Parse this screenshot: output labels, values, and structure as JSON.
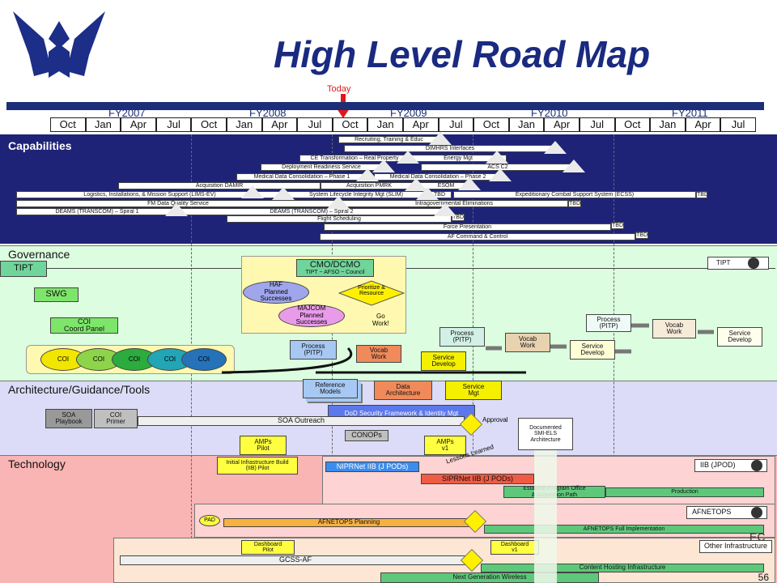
{
  "header": {
    "title": "High Level Road Map",
    "today_label": "Today",
    "page_number": "56",
    "cut_text": "EC"
  },
  "timeline": {
    "fiscal_years": [
      "FY2007",
      "FY2008",
      "FY2009",
      "FY2010",
      "FY2011"
    ],
    "months": [
      "Oct",
      "Jan",
      "Apr",
      "Jul",
      "Oct",
      "Jan",
      "Apr",
      "Jul",
      "Oct",
      "Jan",
      "Apr",
      "Jul",
      "Oct",
      "Jan",
      "Apr",
      "Jul",
      "Oct",
      "Jan",
      "Apr",
      "Jul"
    ]
  },
  "sections": {
    "capabilities": "Capabilities",
    "governance": "Governance",
    "architecture": "Architecture/Guidance/Tools",
    "technology": "Technology"
  },
  "capabilities": {
    "recruiting": "Recruiting, Training & Educ",
    "dimhrs": "DIMHRS Interfaces",
    "ce_transformation": "CE Transformation – Real Property",
    "energy_mgt": "Energy Mgt",
    "deployment_readiness": "Deployment Readiness Service",
    "acs_c2": "ACS C2",
    "medical_phase1": "Medical Data Consolidation – Phase 1",
    "medical_phase2": "Medical Data Consolidation – Phase 2",
    "acquisition_damir": "Acquisition DAMIR",
    "acquisition_pmrk": "Acquisition PMRK",
    "esom": "ESOM",
    "logistics": "Logistics, Installations, & Mission Support (LIMS-EV)",
    "system_lifecycle": "System Lifecycle Integrity Mgt (SLIM)",
    "tbd_a": "TBD",
    "ecss": "Expeditionary  Combat Support  System (ECSS)",
    "tbd_b": "TBD",
    "fm_data_quality": "FM Data Quality Service",
    "intragovernmental": "Intragovernmental  Eliminations",
    "tbd_c": "TBD",
    "deams_spiral1": "DEAMS (TRANSCOM) – Spiral 1",
    "deams_spiral2": "DEAMS (TRANSCOM) – Spiral 2",
    "flight_scheduling": "Flight Scheduling",
    "tbd_d": "TBD",
    "force_presentation": "Force Presentation",
    "tbd_e": "TBD",
    "af_command_control": "AF Command & Control",
    "tbd_f": "TBD"
  },
  "governance": {
    "tipt": "TIPT",
    "swg": "SWG",
    "coi_panel": "COI\nCoord Panel",
    "coi": [
      "COI",
      "COI",
      "COI",
      "COI",
      "COI"
    ],
    "cmo_title": "CMO/DCMO",
    "cmo_sub": "TIPT ~ AFSO ~ Council",
    "haf_planned": "HAF\nPlanned\nSuccesses",
    "majcom_planned": "MAJCOM\nPlanned\nSuccesses",
    "prioritize": "Prioritize &\nResource",
    "go_work": "Go\nWork!",
    "process_1": "Process\n(PITP)",
    "vocab_1": "Vocab\nWork",
    "service_develop_1": "Service\nDevelop",
    "process_2": "Process\n(PITP)",
    "vocab_2": "Vocab\nWork",
    "service_develop_2": "Service\nDevelop",
    "process_3": "Process\n(PITP)",
    "vocab_3": "Vocab\nWork",
    "service_develop_3": "Service\nDevelop",
    "tipt_tag": "TIPT"
  },
  "architecture": {
    "reference_models": "Reference\nModels",
    "data_architecture": "Data\nArchitecture",
    "service_mgt": "Service\nMgt",
    "dod_security": "DoD Security Framework & Identity  Mgt",
    "soa_playbook": "SOA\nPlaybook",
    "coi_primer": "COI\nPrimer",
    "soa_outreach": "SOA Outreach",
    "approval": "Approval",
    "documented_smi": "Documented\nSMI-ELS\nArchitecture",
    "amps_pilot": "AMPs\nPilot",
    "conops": "CONOPs",
    "amps_v1": "AMPs\nv1"
  },
  "technology": {
    "iib_pilot": "Initial Infrastructure Build\n(IIB) Pilot",
    "niprnet": "NIPRNet  IIB (J PODs)",
    "lessons_learned": "Lessons Learned",
    "siprnet": "SIPRNet  IIB (J PODs)",
    "iib_jpod": "IIB (JPOD)",
    "establish_po": "Establish Program Office\n& Acquisition Path",
    "production": "Production",
    "afnetops_tag": "AFNETOPS",
    "pad": "PAD",
    "afnetops_planning": "AFNETOPS  Planning",
    "afnetops_full": "AFNETOPS Full  Implementation",
    "dashboard_pilot": "Dashboard\nPilot",
    "dashboard_v1": "Dashboard\nv1",
    "other_infra": "Other Infrastructure",
    "gcss_af": "GCSS-AF",
    "content_hosting": "Content Hosting Infrastructure",
    "next_gen_wireless": "Next Generation Wireless"
  }
}
